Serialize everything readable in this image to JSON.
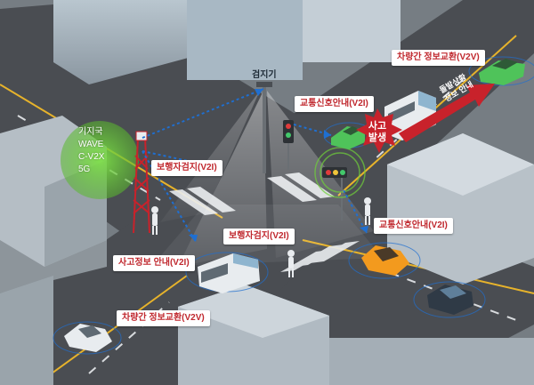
{
  "detector_label": "검지기",
  "base_station": [
    "기지국",
    "WAVE",
    "C-V2X",
    "5G"
  ],
  "accident_burst": [
    "사고",
    "발생"
  ],
  "sudden_event": [
    "돌발상황",
    "정보 안내"
  ],
  "labels": {
    "v2v_top": "차량간 정보교환(V2V)",
    "signal_top": "교통신호안내(V2I)",
    "pedestrian_left": "보행자검지(V2I)",
    "pedestrian_center": "보행자검지(V2I)",
    "signal_right": "교통신호안내(V2I)",
    "accident_info": "사고정보 안내(V2I)",
    "v2v_bottom": "차량간 정보교환(V2V)"
  },
  "colors": {
    "road": "#4a4d52",
    "label_text": "#c0282e",
    "data_link": "#1f6fd1",
    "accident_red": "#c8222b",
    "station_green": "#6fcf3a",
    "car_green": "#4fc35a",
    "car_orange": "#f39a1e"
  }
}
